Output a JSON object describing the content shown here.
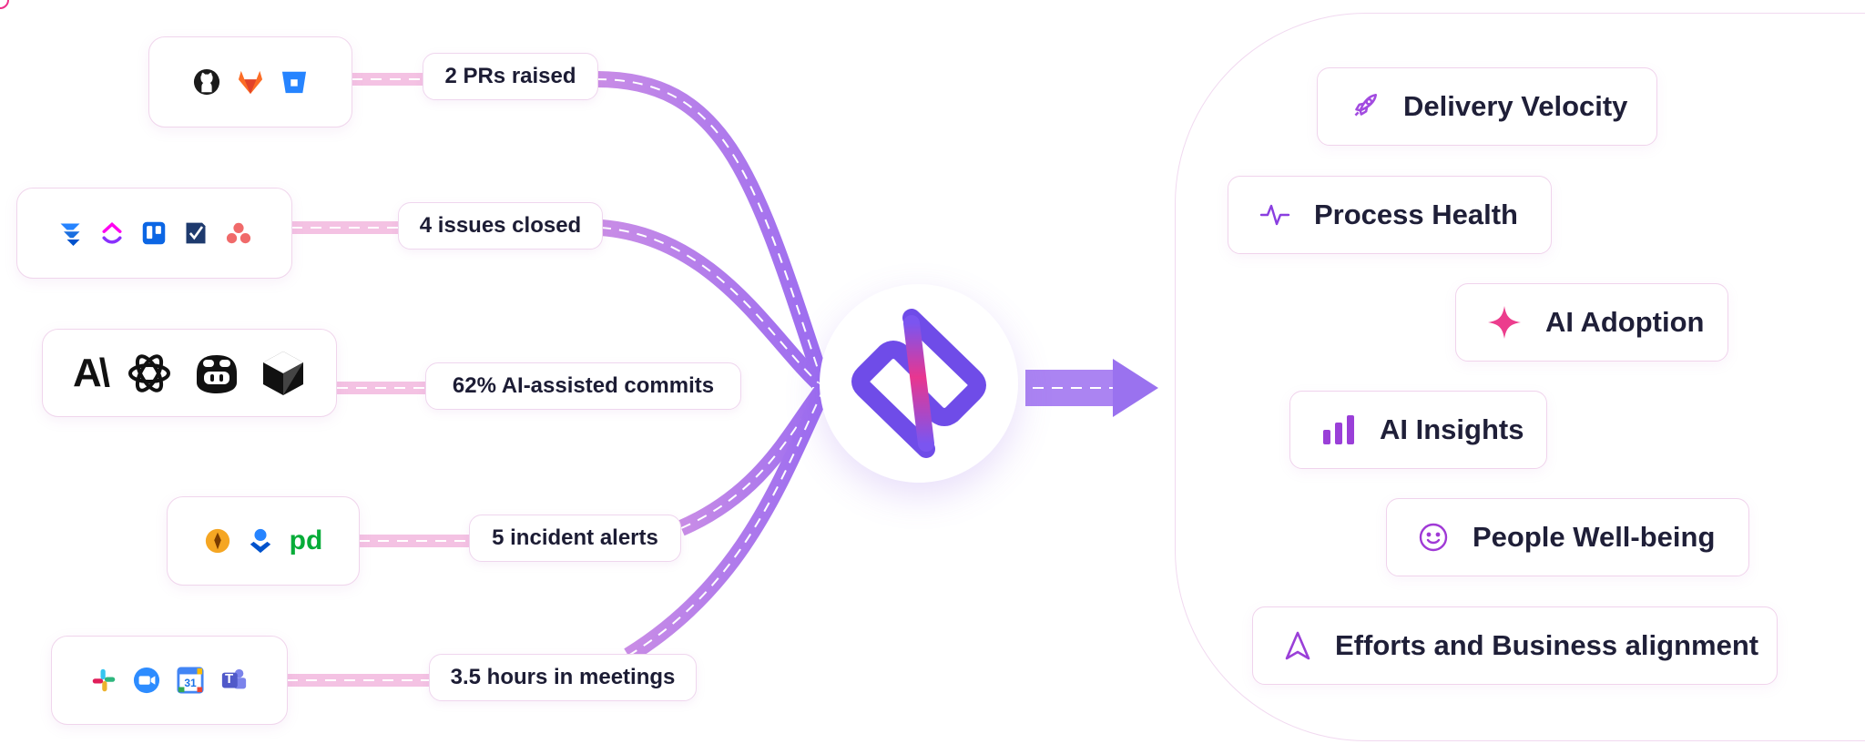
{
  "sources": [
    {
      "id": "git",
      "metric": "2 PRs raised",
      "tools": [
        "github-icon",
        "gitlab-icon",
        "bitbucket-icon"
      ]
    },
    {
      "id": "pm",
      "metric": "4 issues closed",
      "tools": [
        "jira-icon",
        "clickup-icon",
        "trello-icon",
        "azure-boards-icon",
        "asana-icon"
      ]
    },
    {
      "id": "ai",
      "metric": "62% AI-assisted commits",
      "tools": [
        "anthropic-icon",
        "openai-icon",
        "copilot-icon",
        "cursor-icon"
      ]
    },
    {
      "id": "incident",
      "metric": "5 incident alerts",
      "tools": [
        "incident-io-icon",
        "opsgenie-icon",
        "pagerduty-icon"
      ]
    },
    {
      "id": "comms",
      "metric": "3.5 hours in meetings",
      "tools": [
        "slack-icon",
        "zoom-icon",
        "google-calendar-icon",
        "teams-icon"
      ]
    }
  ],
  "tool_text": {
    "anthropic": "A\\",
    "pagerduty": "pd",
    "calendar_day": "31",
    "teams": "T"
  },
  "outcomes": [
    {
      "label": "Delivery Velocity",
      "icon": "rocket-icon"
    },
    {
      "label": "Process Health",
      "icon": "pulse-icon"
    },
    {
      "label": "AI Adoption",
      "icon": "sparkle-icon"
    },
    {
      "label": "AI Insights",
      "icon": "bar-chart-icon"
    },
    {
      "label": "People Well-being",
      "icon": "smiley-icon"
    },
    {
      "label": "Efforts and Business alignment",
      "icon": "navigation-icon"
    }
  ],
  "colors": {
    "brand_purple": "#7b55f0",
    "brand_pink": "#e8368f",
    "flow_purple": "#b07ae8",
    "feed_pink": "#f4bfe2",
    "card_border": "#f0d5ec"
  }
}
